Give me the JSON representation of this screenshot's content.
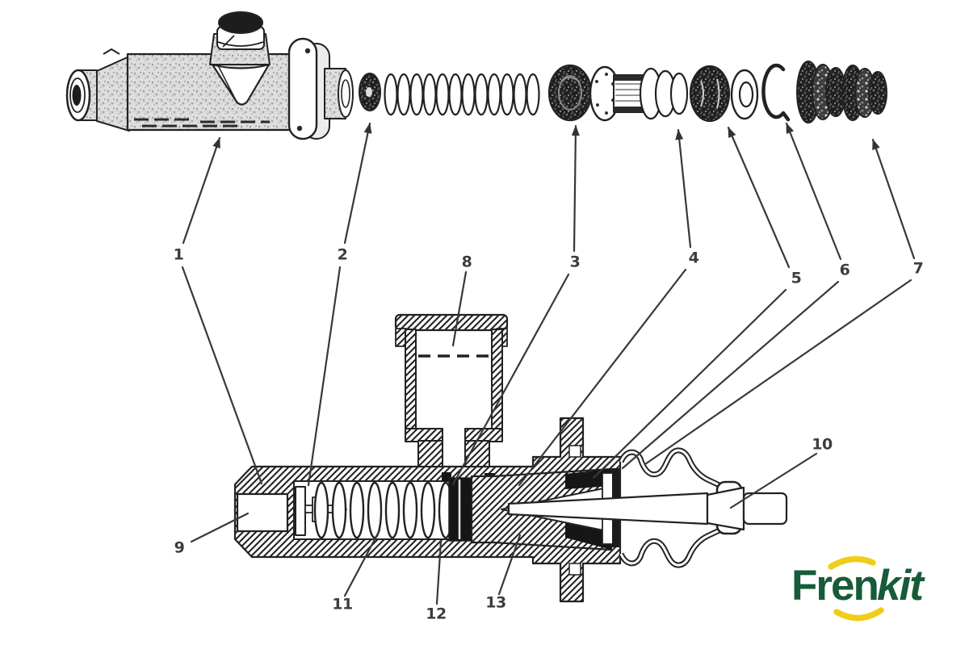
{
  "diagram": {
    "part_labels": [
      {
        "text": "1"
      },
      {
        "text": "2"
      },
      {
        "text": "3"
      },
      {
        "text": "4"
      },
      {
        "text": "5"
      },
      {
        "text": "6"
      },
      {
        "text": "7"
      },
      {
        "text": "8"
      },
      {
        "text": "9"
      },
      {
        "text": "10"
      },
      {
        "text": "11"
      },
      {
        "text": "12"
      },
      {
        "text": "13"
      }
    ]
  },
  "logo": {
    "brand_first": "Fren",
    "brand_second": "kit",
    "green": "#175b38",
    "yellow": "#f0cd17"
  }
}
